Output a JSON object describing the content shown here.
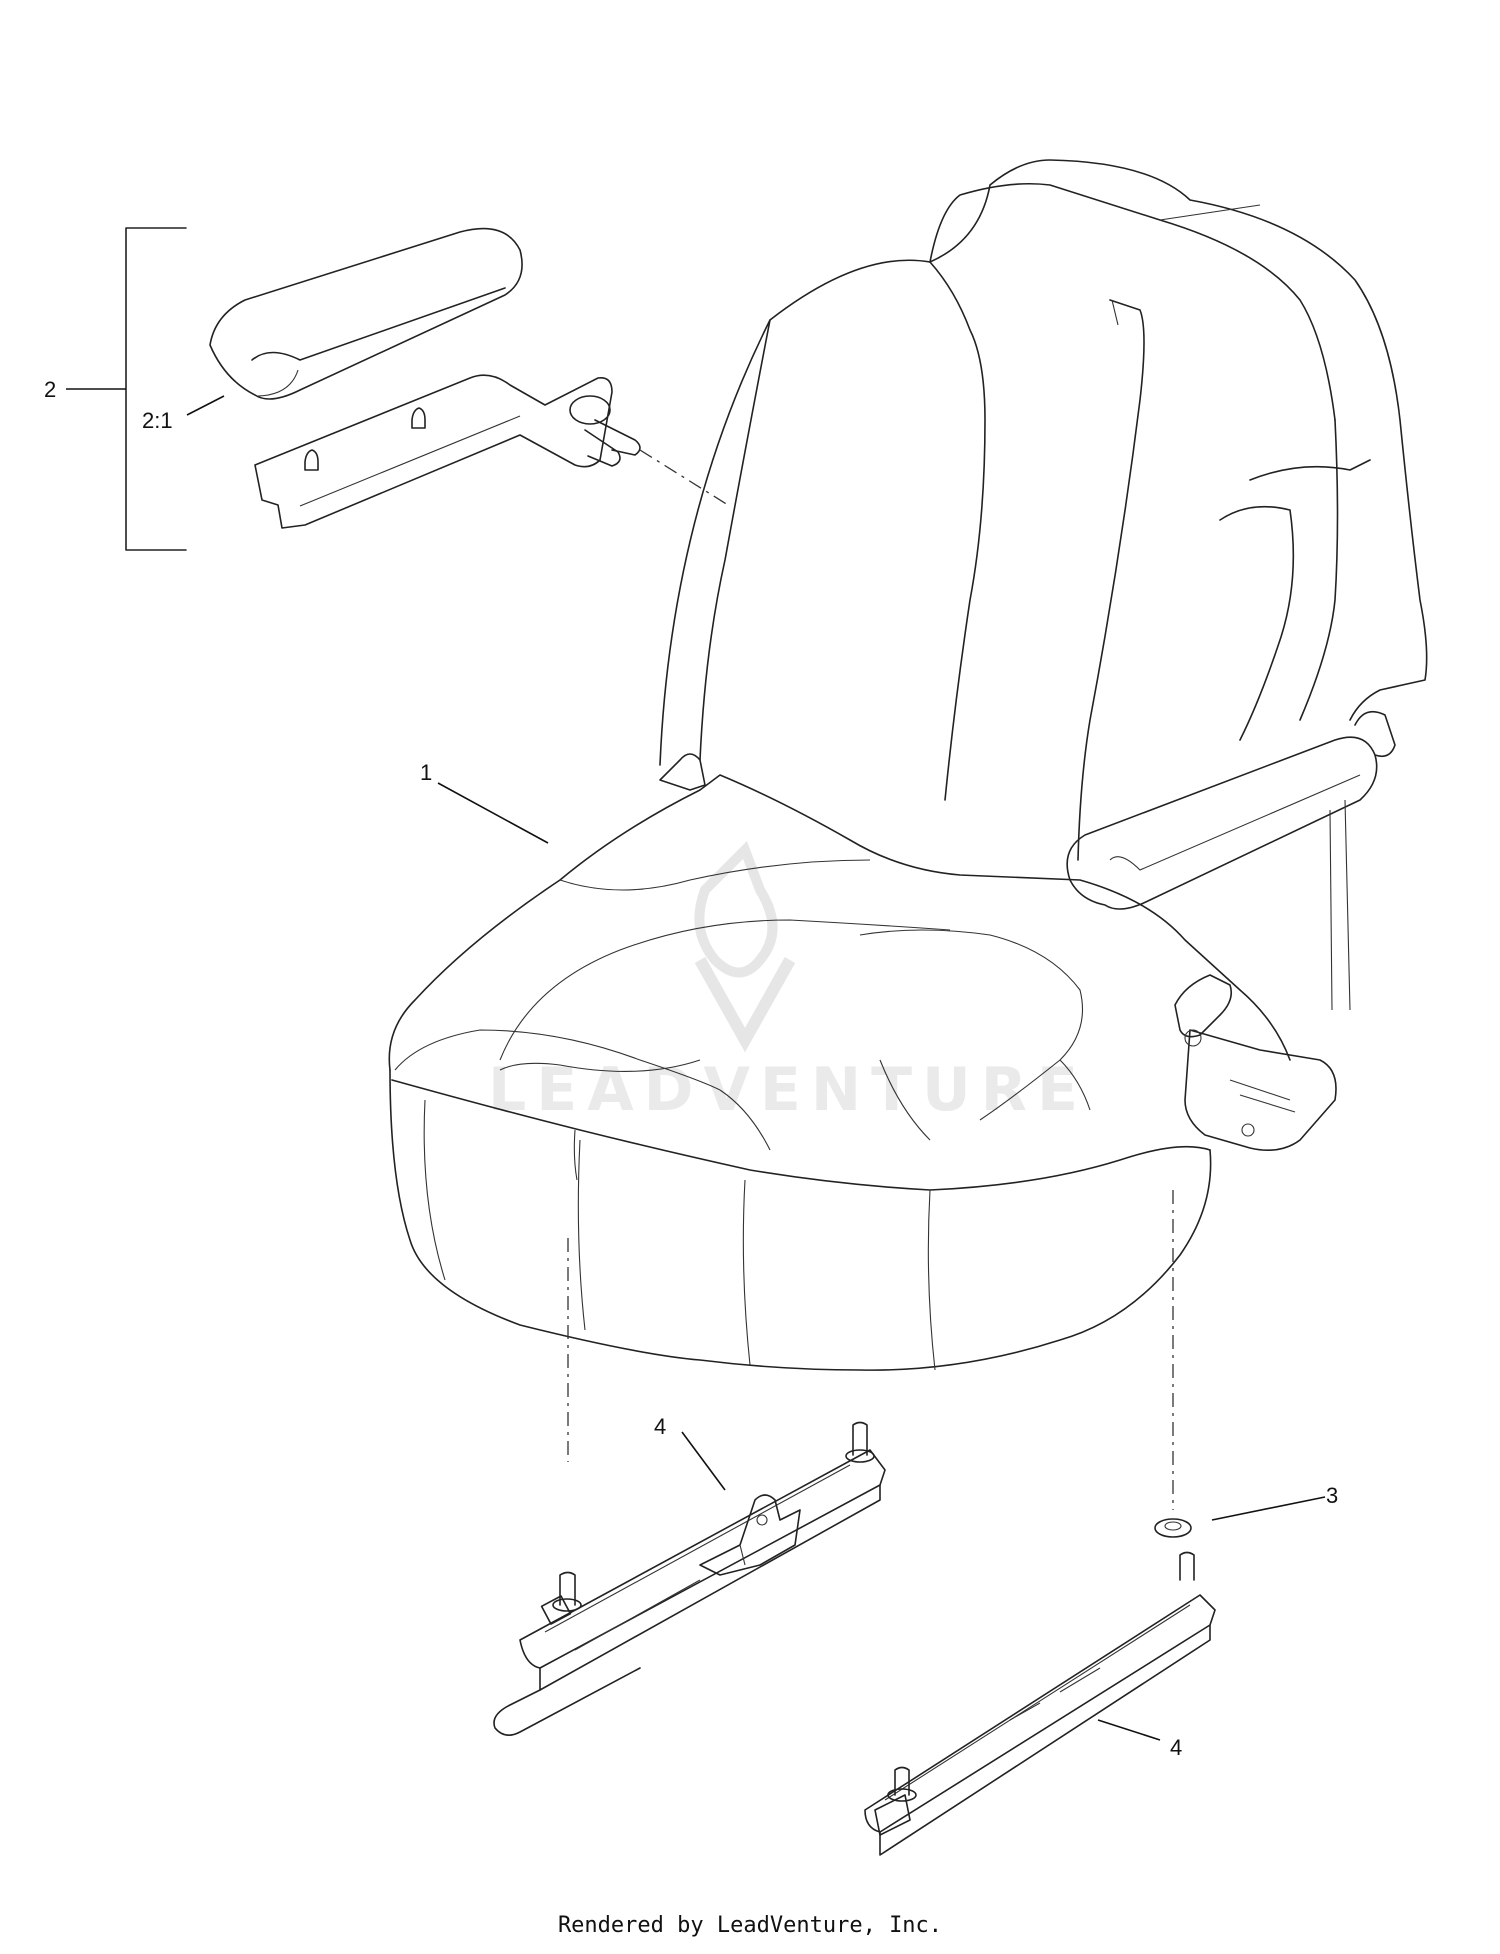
{
  "callouts": {
    "seat": "1",
    "armrest_kit": "2",
    "armrest_pad": "2:1",
    "washer": "3",
    "track_left": "4",
    "track_right": "4"
  },
  "watermark": "LEADVENTURE",
  "footer": "Rendered by LeadVenture, Inc."
}
